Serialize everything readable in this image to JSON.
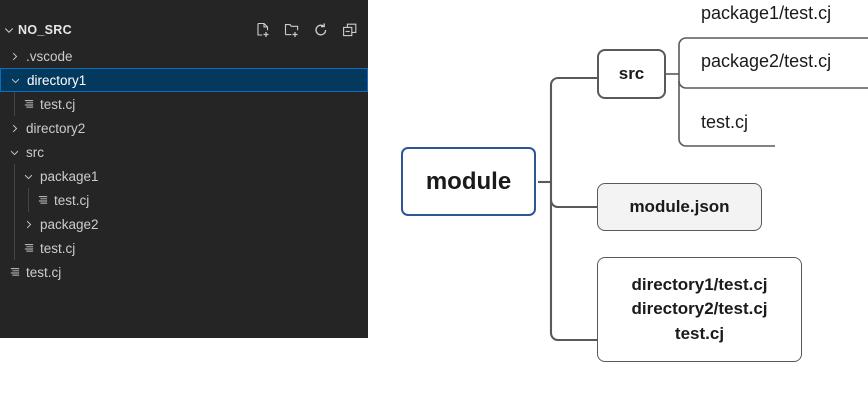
{
  "explorer": {
    "title": "NO_SRC",
    "collapse_chevron_icon": "chevron-down-icon",
    "actions": [
      {
        "name": "new-file-icon",
        "label": "New File"
      },
      {
        "name": "new-folder-icon",
        "label": "New Folder"
      },
      {
        "name": "refresh-icon",
        "label": "Refresh Explorer"
      },
      {
        "name": "collapse-all-icon",
        "label": "Collapse Folders in Explorer"
      }
    ],
    "tree": [
      {
        "label": ".vscode",
        "type": "folder",
        "state": "collapsed",
        "depth": 0,
        "selected": false
      },
      {
        "label": "directory1",
        "type": "folder",
        "state": "expanded",
        "depth": 0,
        "selected": true
      },
      {
        "label": "test.cj",
        "type": "file",
        "state": "none",
        "depth": 1,
        "selected": false
      },
      {
        "label": "directory2",
        "type": "folder",
        "state": "collapsed",
        "depth": 0,
        "selected": false
      },
      {
        "label": "src",
        "type": "folder",
        "state": "expanded",
        "depth": 0,
        "selected": false
      },
      {
        "label": "package1",
        "type": "folder",
        "state": "expanded",
        "depth": 1,
        "selected": false
      },
      {
        "label": "test.cj",
        "type": "file",
        "state": "none",
        "depth": 2,
        "selected": false
      },
      {
        "label": "package2",
        "type": "folder",
        "state": "collapsed",
        "depth": 1,
        "selected": false
      },
      {
        "label": "test.cj",
        "type": "file",
        "state": "none",
        "depth": 1,
        "selected": false
      },
      {
        "label": "test.cj",
        "type": "file",
        "state": "none",
        "depth": 0,
        "selected": false
      }
    ]
  },
  "diagram": {
    "root": "module",
    "src_node": "src",
    "module_json_node": "module.json",
    "src_children": [
      "package1/test.cj",
      "package2/test.cj",
      "test.cj"
    ],
    "dirs_node_lines": [
      "directory1/test.cj",
      "directory2/test.cj",
      "test.cj"
    ],
    "colors": {
      "root_border": "#2F5597",
      "node_border": "#595959",
      "module_json_fill": "#F3F3F3",
      "connector": "#595959"
    }
  }
}
